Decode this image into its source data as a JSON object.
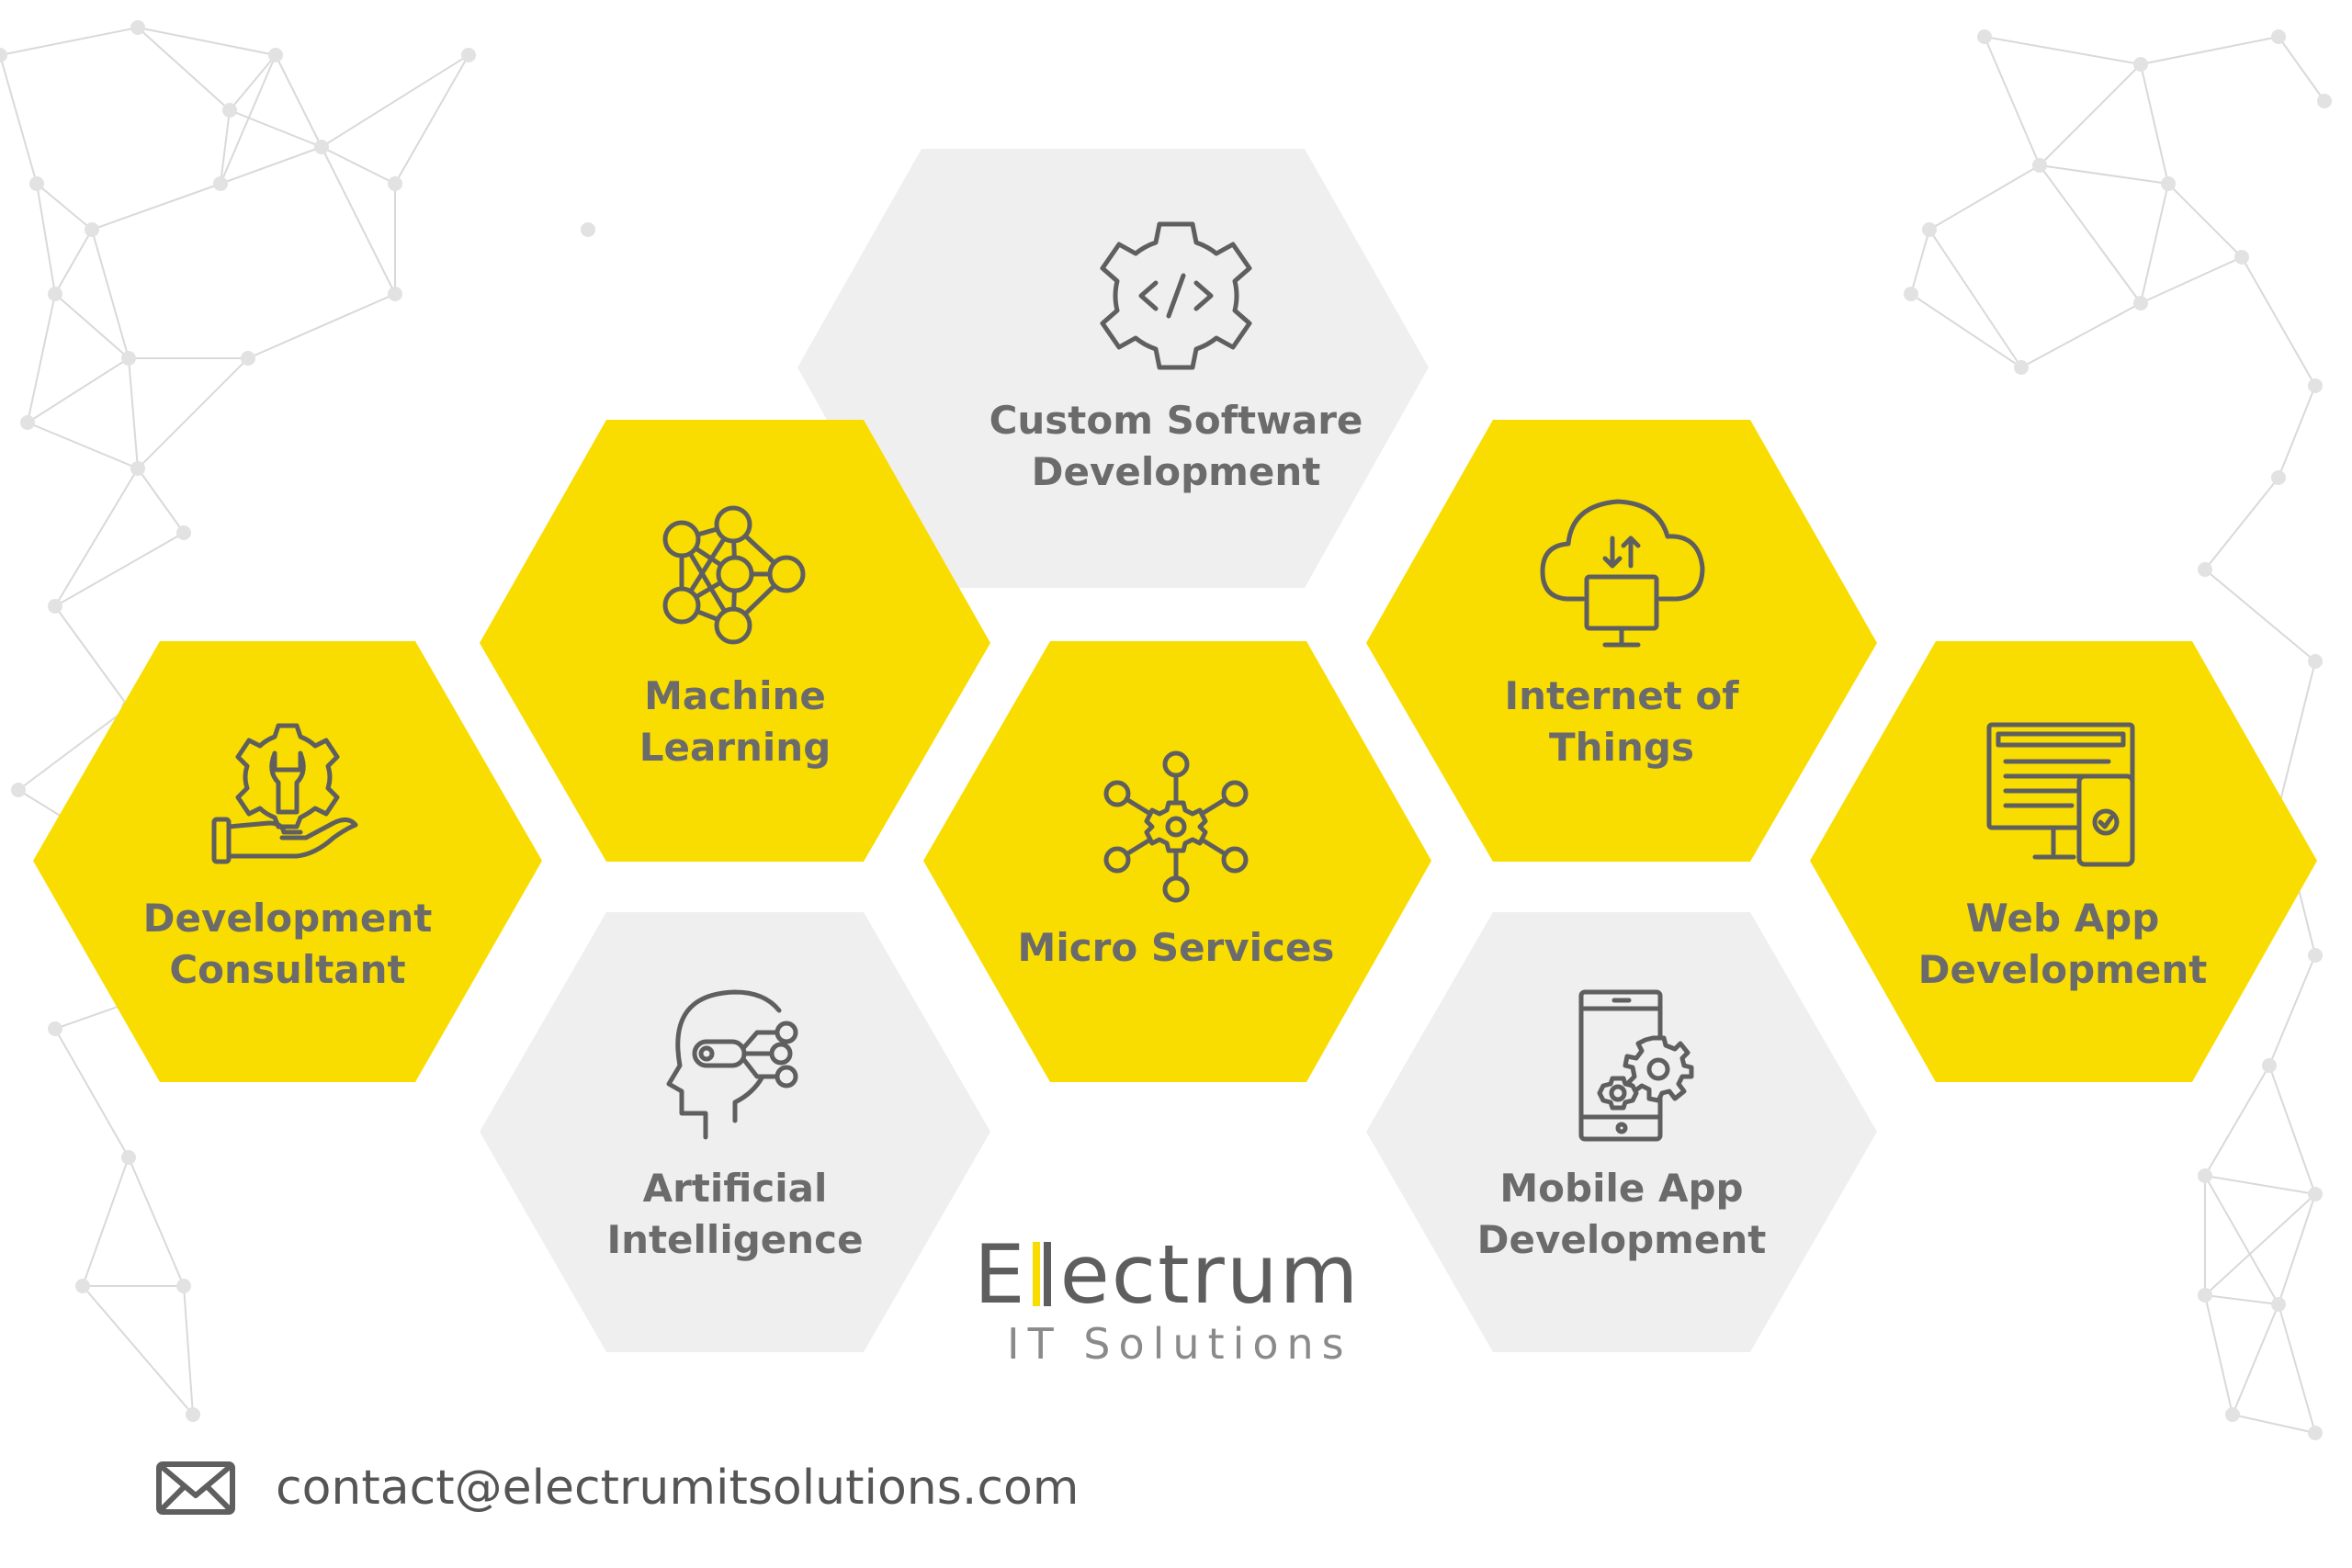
{
  "colors": {
    "yellow": "#f9dd00",
    "grey": "#efefef",
    "icon": "#5f5f5f",
    "text": "#6b6b6b",
    "network": "#d9d9d9"
  },
  "services": [
    {
      "id": "custom-software",
      "line1": "Custom Software",
      "line2": "Development",
      "icon": "gear-code-icon",
      "fill": "grey"
    },
    {
      "id": "machine-learning",
      "line1": "Machine",
      "line2": "Learning",
      "icon": "neural-network-icon",
      "fill": "yellow"
    },
    {
      "id": "internet-of-things",
      "line1": "Internet of",
      "line2": "Things",
      "icon": "cloud-monitor-icon",
      "fill": "yellow"
    },
    {
      "id": "development-consultant",
      "line1": "Development",
      "line2": "Consultant",
      "icon": "hand-gear-wrench-icon",
      "fill": "yellow"
    },
    {
      "id": "micro-services",
      "line1": "Micro Services",
      "line2": "",
      "icon": "gear-nodes-icon",
      "fill": "yellow"
    },
    {
      "id": "web-app",
      "line1": "Web App",
      "line2": "Development",
      "icon": "monitor-phone-icon",
      "fill": "yellow"
    },
    {
      "id": "artificial-intelligence",
      "line1": "Artificial",
      "line2": "Intelligence",
      "icon": "head-circuit-icon",
      "fill": "grey"
    },
    {
      "id": "mobile-app",
      "line1": "Mobile App",
      "line2": "Development",
      "icon": "phone-gears-icon",
      "fill": "grey"
    }
  ],
  "logo": {
    "word_left": "E",
    "word_right": "ectrum",
    "subtitle": "IT Solutions"
  },
  "contact": {
    "email": "contact@electrumitsolutions.com",
    "icon": "envelope-icon"
  }
}
